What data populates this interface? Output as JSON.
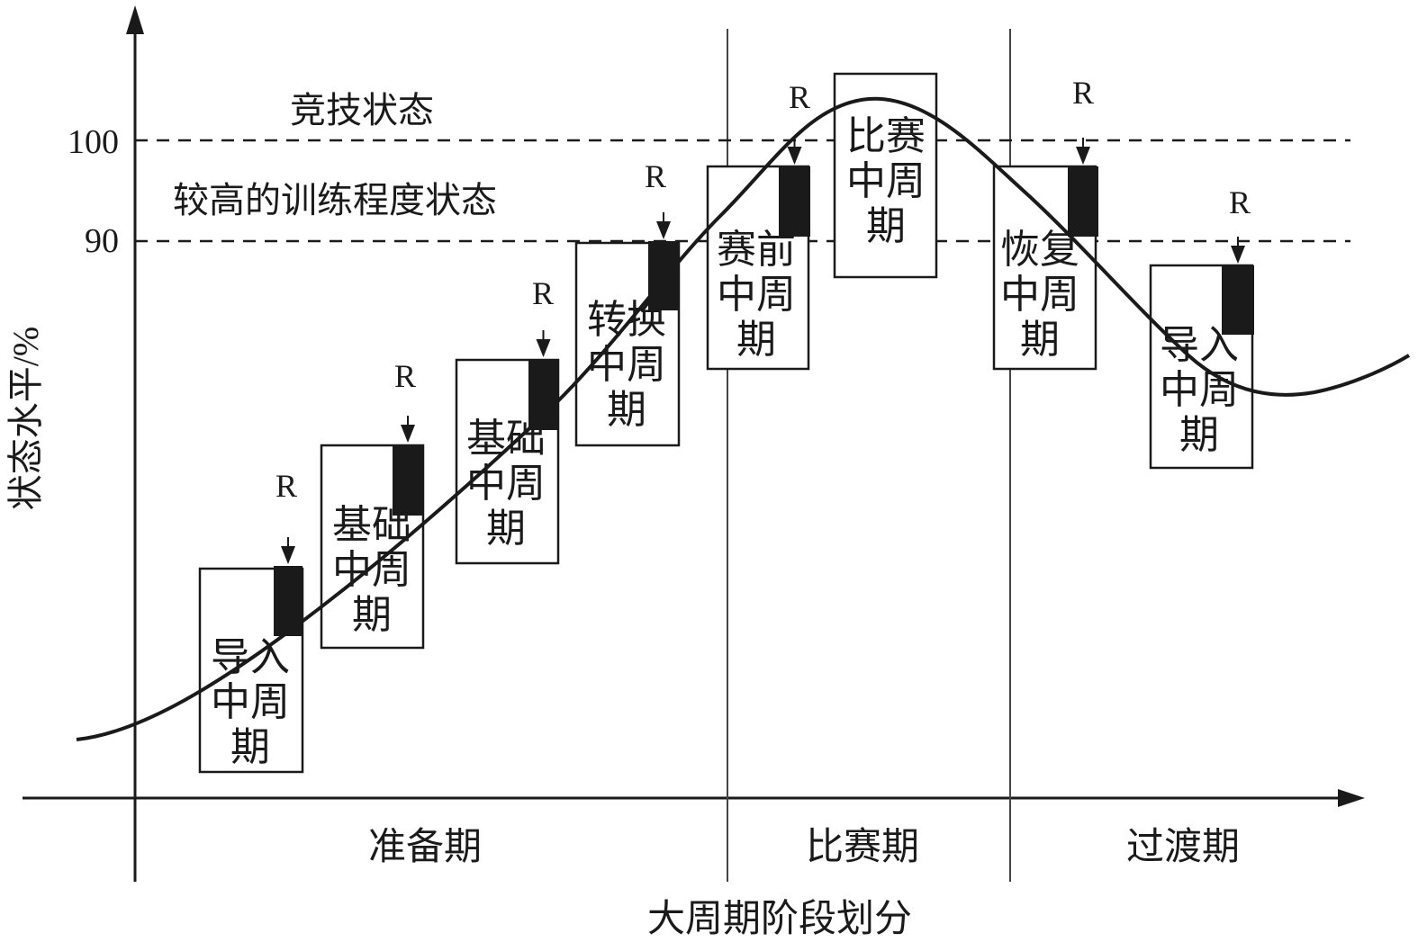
{
  "axes": {
    "y_label": "状态水平/%",
    "x_label": "大周期阶段划分",
    "ticks": [
      "100",
      "90"
    ]
  },
  "levels": {
    "competition": "竞技状态",
    "high_training": "较高的训练程度状态"
  },
  "phases": [
    "准备期",
    "比赛期",
    "过渡期"
  ],
  "recovery_marker": "R",
  "mesocycles": [
    {
      "lines": [
        "导入",
        "中周",
        "期"
      ],
      "has_r": true
    },
    {
      "lines": [
        "基础",
        "中周",
        "期"
      ],
      "has_r": true
    },
    {
      "lines": [
        "基础",
        "中周",
        "期"
      ],
      "has_r": true
    },
    {
      "lines": [
        "转换",
        "中周",
        "期"
      ],
      "has_r": true
    },
    {
      "lines": [
        "赛前",
        "中周",
        "期"
      ],
      "has_r": true
    },
    {
      "lines": [
        "比赛",
        "中周",
        "期"
      ],
      "has_r": false
    },
    {
      "lines": [
        "恢复",
        "中周",
        "期"
      ],
      "has_r": true
    },
    {
      "lines": [
        "导入",
        "中周",
        "期"
      ],
      "has_r": true
    }
  ],
  "colors": {
    "ink": "#1a1a1a",
    "marker": "#1a1a1a"
  }
}
